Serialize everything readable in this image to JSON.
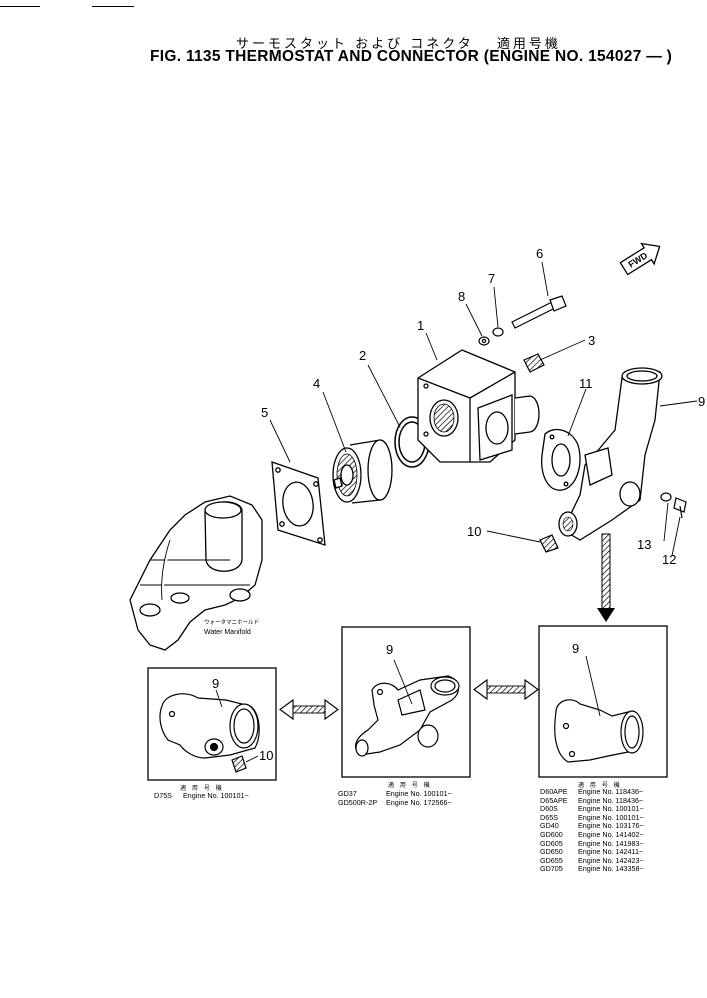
{
  "header": {
    "jp_title": "サーモスタット および コネクタ　 適用号機",
    "fig_title": "FIG. 1135  THERMOSTAT AND CONNECTOR (ENGINE NO. 154027 — )"
  },
  "fwd_label": "FWD",
  "callouts": [
    "1",
    "2",
    "3",
    "4",
    "5",
    "6",
    "7",
    "8",
    "9",
    "10",
    "11",
    "12",
    "13"
  ],
  "water_manifold": {
    "jp": "ウォータマニホールド",
    "en": "Water Manifold"
  },
  "insets": [
    {
      "callouts": [
        "9",
        "10"
      ],
      "applicable_header": "適 用 号 機",
      "rows": [
        {
          "model": "D75S",
          "engine": "Engine No. 100101~"
        }
      ]
    },
    {
      "callouts": [
        "9"
      ],
      "applicable_header": "適 用 号 機",
      "rows": [
        {
          "model": "GD37",
          "engine": "Engine No. 100101~"
        },
        {
          "model": "GD500R-2P",
          "engine": "Engine No. 172566~"
        }
      ]
    },
    {
      "callouts": [
        "9"
      ],
      "applicable_header": "適 用 号 機",
      "rows": [
        {
          "model": "D60APE",
          "engine": "Engine No. 118436~"
        },
        {
          "model": "D65APE",
          "engine": "Engine No. 118436~"
        },
        {
          "model": "D60S",
          "engine": "Engine No. 100101~"
        },
        {
          "model": "D65S",
          "engine": "Engine No. 100101~"
        },
        {
          "model": "GD40",
          "engine": "Engine No. 103176~"
        },
        {
          "model": "GD600",
          "engine": "Engine No. 141402~"
        },
        {
          "model": "GD605",
          "engine": "Engine No. 141983~"
        },
        {
          "model": "GD650",
          "engine": "Engine No. 142411~"
        },
        {
          "model": "GD655",
          "engine": "Engine No. 142423~"
        },
        {
          "model": "GD705",
          "engine": "Engine No. 143358~"
        }
      ]
    }
  ]
}
